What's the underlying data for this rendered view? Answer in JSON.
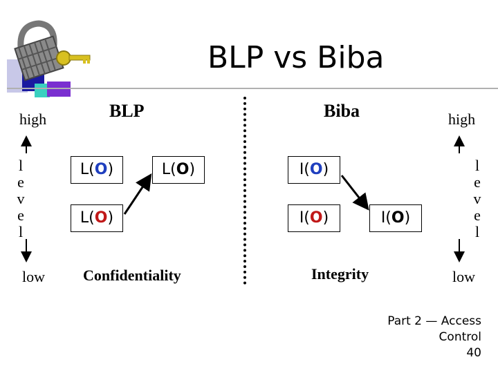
{
  "title": "BLP vs Biba",
  "blp": {
    "heading": "BLP",
    "high": "high",
    "low": "low",
    "level_letters": [
      "l",
      "e",
      "v",
      "e",
      "l"
    ],
    "caption": "Confidentiality",
    "boxes": [
      {
        "prefix": "L(",
        "letter": "O",
        "suffix": ")"
      },
      {
        "prefix": "L(",
        "letter": "O",
        "suffix": ")"
      },
      {
        "prefix": "L(",
        "letter": "O",
        "suffix": ")"
      }
    ]
  },
  "biba": {
    "heading": "Biba",
    "high": "high",
    "low": "low",
    "level_letters": [
      "l",
      "e",
      "v",
      "e",
      "l"
    ],
    "caption": "Integrity",
    "boxes": [
      {
        "prefix": "I(",
        "letter": "O",
        "suffix": ")"
      },
      {
        "prefix": "I(",
        "letter": "O",
        "suffix": ")"
      },
      {
        "prefix": "I(",
        "letter": "O",
        "suffix": ")"
      }
    ]
  },
  "footer": {
    "line1": "Part 2 — Access",
    "line2": "Control",
    "page": "40"
  },
  "colors": {
    "blp_letter": "#1f3fbf",
    "biba_letter": "#c01818",
    "blp_box1_letter": "#1f3fbf",
    "blp_box3_letter": "#c01818",
    "biba_box2_letter": "#c01818"
  },
  "logo": "padlock-and-key-icon"
}
